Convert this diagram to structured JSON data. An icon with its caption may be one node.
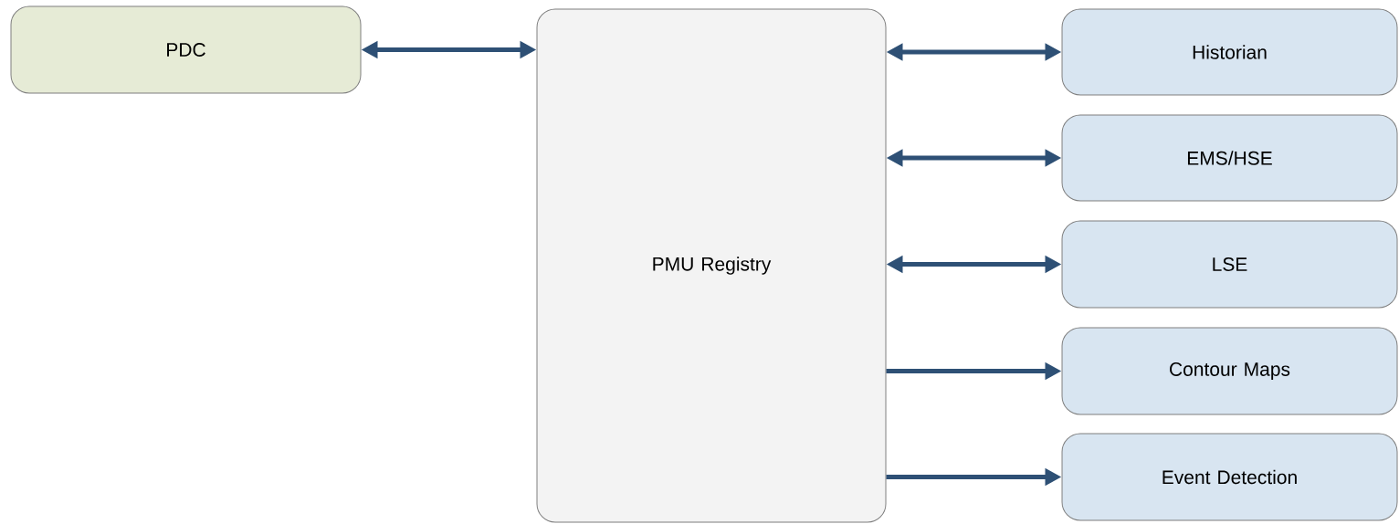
{
  "diagram": {
    "nodes": [
      {
        "text": [
          "PDC"
        ]
      },
      {
        "text": [
          "PMU Registry"
        ]
      },
      {
        "text": [
          "Historian"
        ]
      },
      {
        "text": [
          "EMS/HSE"
        ]
      },
      {
        "text": [
          "LSE"
        ]
      },
      {
        "text": [
          "Contour Maps"
        ]
      },
      {
        "text": [
          "Event Detection"
        ]
      }
    ],
    "edges": [
      {
        "from": 0,
        "to": 1,
        "arrow": "both"
      },
      {
        "from": 1,
        "to": 2,
        "arrow": "both"
      },
      {
        "from": 1,
        "to": 3,
        "arrow": "both"
      },
      {
        "from": 1,
        "to": 4,
        "arrow": "both"
      },
      {
        "from": 1,
        "to": 5,
        "arrow": "to"
      },
      {
        "from": 1,
        "to": 6,
        "arrow": "to"
      }
    ]
  }
}
